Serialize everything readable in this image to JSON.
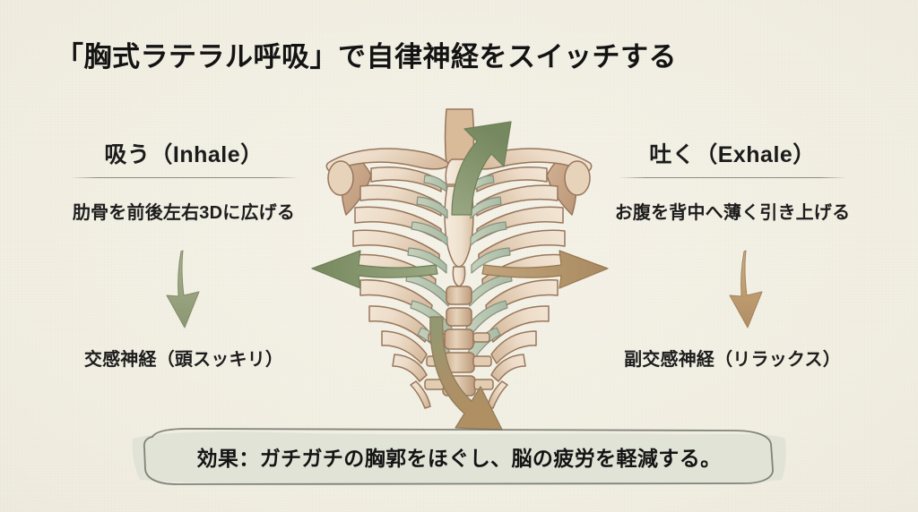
{
  "slide": {
    "title": "「胸式ラテラル呼吸」で自律神経をスイッチする",
    "background_color": "#f2efe4",
    "title_color": "#131313"
  },
  "columns": {
    "inhale": {
      "heading": "吸う（Inhale）",
      "detail": "肋骨を前後左右3Dに広げる",
      "result": "交感神経（頭スッキリ）",
      "arrow_color": "#97a17c",
      "arrow_name": "down-arrow-icon"
    },
    "exhale": {
      "heading": "吐く（Exhale）",
      "detail": "お腹を背中へ薄く引き上げる",
      "result": "副交感神経（リラックス）",
      "arrow_color": "#c0a074",
      "arrow_name": "down-arrow-icon"
    }
  },
  "illustration": {
    "name": "ribcage-anatomy-illustration",
    "bone_color": "#ead9c6",
    "bone_shadow": "#c8a98d",
    "cartilage_color": "#b9c7b1",
    "outline_color": "#8d6f56",
    "expansion_arrows": [
      {
        "name": "expansion-arrow-up",
        "direction": "up",
        "color": "#8b9a73"
      },
      {
        "name": "expansion-arrow-left",
        "direction": "left",
        "color": "#8b9a73"
      },
      {
        "name": "expansion-arrow-right",
        "direction": "right",
        "color": "#b2936c"
      },
      {
        "name": "expansion-arrow-down",
        "direction": "down",
        "color": "#b2936c"
      }
    ]
  },
  "banner": {
    "text": "効果：ガチガチの胸郭をほぐし、脳の疲労を軽減する。",
    "fill_color": "#dfe2d6",
    "outline_color": "#6f7268",
    "text_color": "#141414"
  }
}
